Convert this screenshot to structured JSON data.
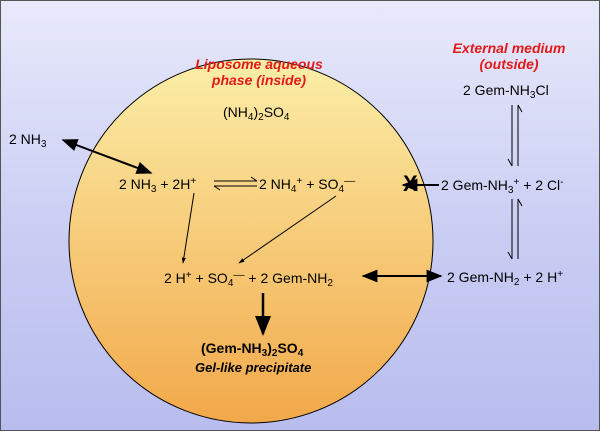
{
  "title_inside": [
    "Liposome aqueous",
    "phase (inside)"
  ],
  "title_outside": [
    "External medium",
    "(outside)"
  ],
  "salt": {
    "a": "(NH",
    "b": "4",
    "c": ")",
    "d": "2",
    "e": "SO",
    "f": "4"
  },
  "ext_nh3": {
    "a": "2 NH",
    "b": "3"
  },
  "left_eq": {
    "a": "2 NH",
    "b": "3",
    "c": " + 2H",
    "d": "+"
  },
  "right_eq": {
    "a": "2 NH",
    "b": "4",
    "c": "+",
    "d": " + SO",
    "e": "4",
    "f": "––"
  },
  "mid_eq": {
    "a": "2 H",
    "b": "+",
    "c": " + SO",
    "d": "4",
    "e": "––",
    "f": " + 2 Gem-NH",
    "g": "2"
  },
  "out_chloride": {
    "a": "2 Gem-NH",
    "b": "3",
    "c": "Cl"
  },
  "out_cation": {
    "a": "2 Gem-NH",
    "b": "3",
    "c": "+",
    "d": " +  2 Cl",
    "e": "-"
  },
  "out_base": {
    "a": "2 Gem-NH",
    "b": "2",
    "c": " +  2 H",
    "d": "+"
  },
  "precipitate": {
    "a": "(Gem-NH",
    "b": "3",
    "c": ")",
    "d": "2",
    "e": "SO",
    "f": "4"
  },
  "gel_label": "Gel-like precipitate",
  "block_mark": "X",
  "colors": {
    "circle_light": "#fbeea8",
    "circle_dark": "#f2a84a",
    "title_red": "#e21a1a"
  }
}
